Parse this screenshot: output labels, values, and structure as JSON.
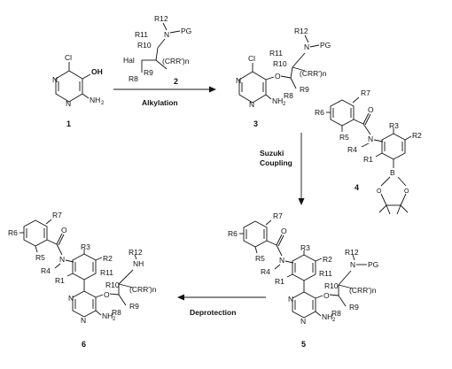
{
  "reaction": {
    "steps": {
      "alkylation": "Alkylation",
      "suzuki_line1": "Suzuki",
      "suzuki_line2": "Coupling",
      "deprotection": "Deprotection"
    },
    "compound_numbers": {
      "c1": "1",
      "c2": "2",
      "c3": "3",
      "c4": "4",
      "c5": "5",
      "c6": "6"
    },
    "atoms": {
      "Cl": "Cl",
      "OH": "OH",
      "O": "O",
      "N": "N",
      "NH2": "NH",
      "H2sub": "2",
      "B": "B",
      "NH": "NH",
      "Hal": "Hal",
      "PG": "PG",
      "O_boronate": "O"
    },
    "substituents": {
      "R1": "R1",
      "R2": "R2",
      "R3": "R3",
      "R4": "R4",
      "R5": "R5",
      "R6": "R6",
      "R7": "R7",
      "R8": "R8",
      "R9": "R9",
      "R10": "R10",
      "R11": "R11",
      "R12": "R12",
      "chain": "(CRR')n"
    }
  }
}
